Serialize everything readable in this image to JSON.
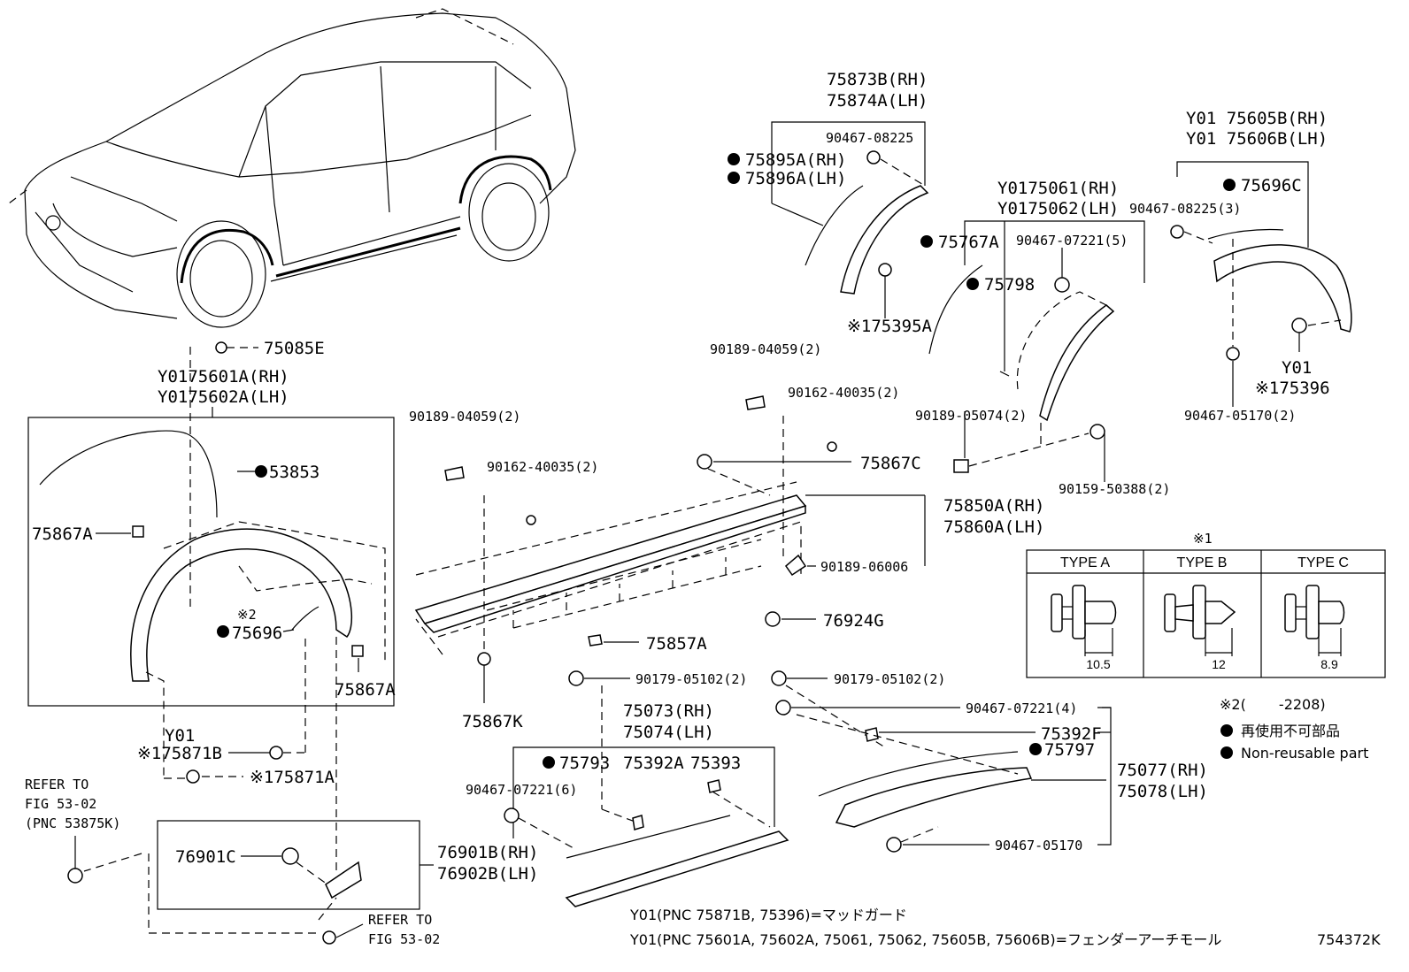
{
  "labels": {
    "p75085E": "75085E",
    "y01_75601A": "Y0175601A(RH)",
    "y01_75602A": "Y0175602A(LH)",
    "p53853": "53853",
    "p75867A_1": "75867A",
    "p75867A_2": "75867A",
    "mark2": "※2",
    "p75696": "75696",
    "y01_a": "Y01",
    "p75871B": "※175871B",
    "p75871A": "※175871A",
    "refer1_a": "REFER TO",
    "refer1_b": "FIG 53-02",
    "refer1_c": "(PNC 53875K)",
    "p76901C": "76901C",
    "p76901B": "76901B(RH)",
    "p76902B": "76902B(LH)",
    "refer2_a": "REFER TO",
    "refer2_b": "FIG 53-02",
    "p75873B": "75873B(RH)",
    "p75874A": "75874A(LH)",
    "p90467_08225": "90467-08225",
    "p75895A": "75895A(RH)",
    "p75896A": "75896A(LH)",
    "p75395A": "※175395A",
    "y01_75061": "Y0175061(RH)",
    "y01_75062": "Y0175062(LH)",
    "p75767A": "75767A",
    "p90467_07221_5": "90467-07221(5)",
    "p75798": "75798",
    "y01_75605B": "Y01 75605B(RH)",
    "y01_75606B": "Y01 75606B(LH)",
    "p75696C": "75696C",
    "p90467_08225_3": "90467-08225(3)",
    "y01_b": "Y01",
    "p75396": "※175396",
    "p90467_05170_2": "90467-05170(2)",
    "p90189_04059_2a": "90189-04059(2)",
    "p90162_40035_2a": "90162-40035(2)",
    "p90189_04059_2b": "90189-04059(2)",
    "p90162_40035_2b": "90162-40035(2)",
    "p90189_05074_2": "90189-05074(2)",
    "p90159_50388_2": "90159-50388(2)",
    "p75867C": "75867C",
    "p75850A": "75850A(RH)",
    "p75860A": "75860A(LH)",
    "p90189_06006": "90189-06006",
    "p76924G": "76924G",
    "p75857A": "75857A",
    "p75867K": "75867K",
    "p90179_05102_2a": "90179-05102(2)",
    "p90179_05102_2b": "90179-05102(2)",
    "p75073": "75073(RH)",
    "p75074": "75074(LH)",
    "p75793": "75793",
    "p75392A": "75392A",
    "p75393": "75393",
    "p90467_07221_6": "90467-07221(6)",
    "p90467_07221_4": "90467-07221(4)",
    "p75392F": "75392F",
    "p75797": "75797",
    "p75077": "75077(RH)",
    "p75078": "75078(LH)",
    "p90467_05170": "90467-05170",
    "mark1": "※1",
    "mark2_legend": "※2(　　 -2208)",
    "legend_jp": "再使用不可部品",
    "legend_en": "Non-reusable part",
    "note1": "Y01(PNC 75871B, 75396)=マッドガード",
    "note2": "Y01(PNC 75601A, 75602A, 75061, 75062, 75605B, 75606B)=フェンダーアーチモール",
    "fig_id": "754372K"
  },
  "type_table": {
    "headers": [
      "TYPE A",
      "TYPE B",
      "TYPE C"
    ],
    "dims": [
      "10.5",
      "12",
      "8.9"
    ]
  }
}
